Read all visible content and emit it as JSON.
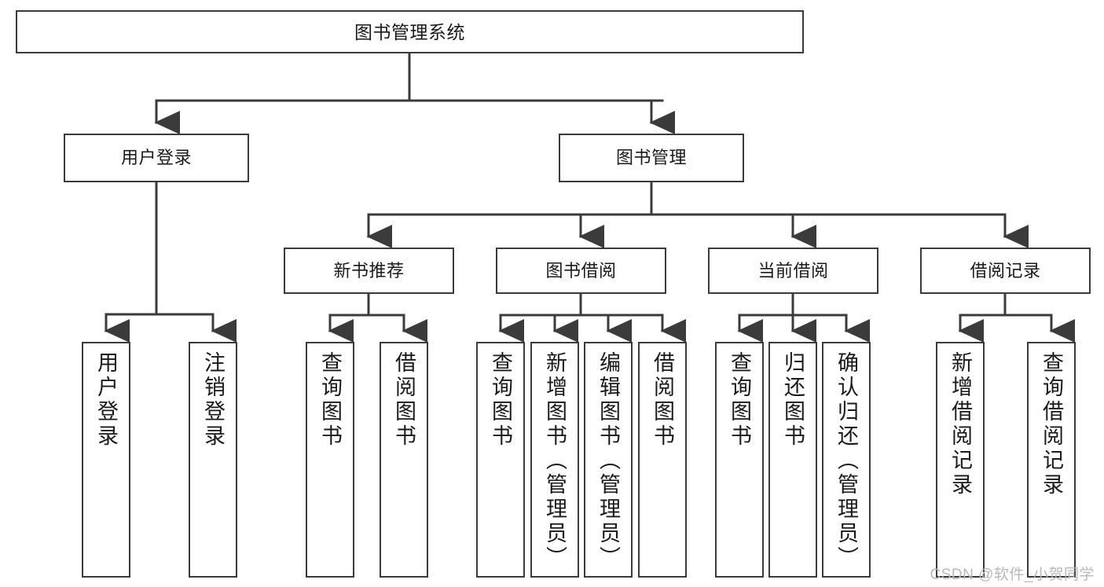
{
  "diagram": {
    "title": "图书管理系统",
    "type": "tree",
    "colors": {
      "box_border": "#3b3b3b",
      "box_fill": "#ffffff",
      "connector": "#3b3b3b",
      "text": "#1a1a1a",
      "watermark": "#b9b9b9",
      "background": "#ffffff"
    },
    "nodes": {
      "root": {
        "label": "图书管理系统"
      },
      "level2": [
        {
          "id": "user-login",
          "label": "用户登录"
        },
        {
          "id": "book-manage",
          "label": "图书管理"
        }
      ],
      "level3": [
        {
          "id": "new-book-recommend",
          "label": "新书推荐"
        },
        {
          "id": "book-borrow",
          "label": "图书借阅"
        },
        {
          "id": "current-borrow",
          "label": "当前借阅"
        },
        {
          "id": "borrow-record",
          "label": "借阅记录"
        }
      ],
      "leaves": {
        "user_login": [
          {
            "id": "leaf-user-login",
            "label": "用户登录"
          },
          {
            "id": "leaf-logout-login",
            "label": "注销登录"
          }
        ],
        "new_book_recommend": [
          {
            "id": "leaf-query-book-1",
            "label": "查询图书"
          },
          {
            "id": "leaf-borrow-book-1",
            "label": "借阅图书"
          }
        ],
        "book_borrow": [
          {
            "id": "leaf-query-book-2",
            "label": "查询图书"
          },
          {
            "id": "leaf-add-book",
            "label": "新增图书（管理员）"
          },
          {
            "id": "leaf-edit-book",
            "label": "编辑图书（管理员）"
          },
          {
            "id": "leaf-borrow-book-2",
            "label": "借阅图书"
          }
        ],
        "current_borrow": [
          {
            "id": "leaf-query-book-3",
            "label": "查询图书"
          },
          {
            "id": "leaf-return-book",
            "label": "归还图书"
          },
          {
            "id": "leaf-confirm-return",
            "label": "确认归还（管理员）"
          }
        ],
        "borrow_record": [
          {
            "id": "leaf-add-borrow-record",
            "label": "新增借阅记录"
          },
          {
            "id": "leaf-query-borrow-record",
            "label": "查询借阅记录"
          }
        ]
      }
    },
    "watermark": "CSDN @软件_小贺同学"
  }
}
